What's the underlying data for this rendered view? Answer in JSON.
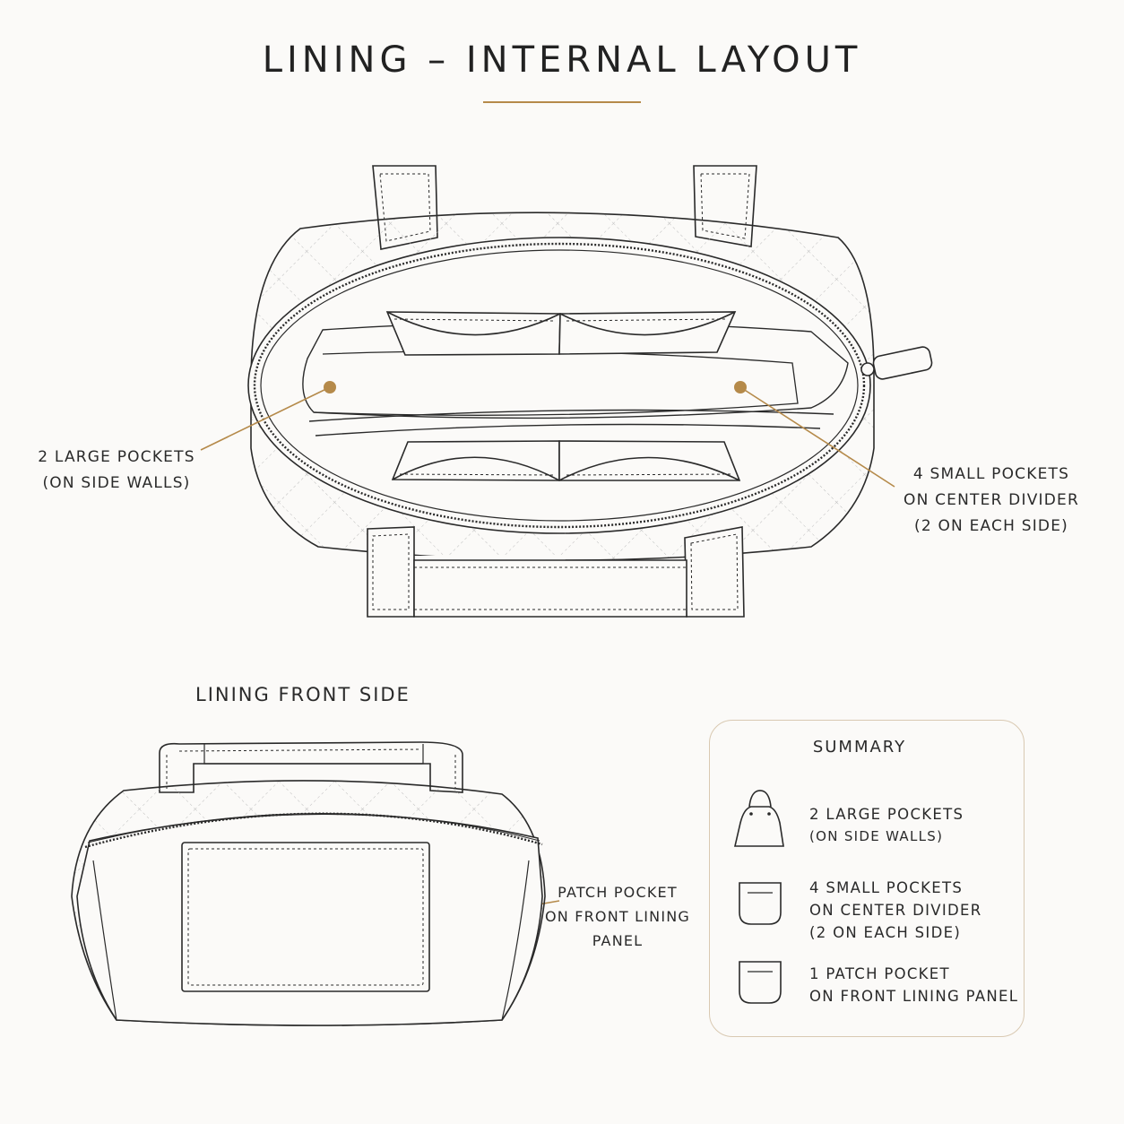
{
  "title": "LINING – INTERNAL LAYOUT",
  "callouts": {
    "large_pockets": {
      "line1": "2 LARGE POCKETS",
      "line2": "(ON SIDE WALLS)"
    },
    "small_pockets": {
      "line1": "4 SMALL POCKETS",
      "line2": "ON CENTER DIVIDER",
      "line3": "(2 ON EACH SIDE)"
    },
    "patch_pocket": {
      "line1": "PATCH POCKET",
      "line2": "ON FRONT LINING",
      "line3": "PANEL"
    }
  },
  "front_view": {
    "title": "LINING FRONT SIDE"
  },
  "summary": {
    "title": "SUMMARY",
    "items": [
      {
        "icon": "handbag-icon",
        "line1": "2 LARGE POCKETS",
        "line2": "(ON SIDE WALLS)"
      },
      {
        "icon": "pocket-icon",
        "line1": "4 SMALL POCKETS",
        "line2": "ON CENTER DIVIDER",
        "line3": "(2 ON EACH SIDE)"
      },
      {
        "icon": "pocket-icon",
        "line1": "1 PATCH POCKET",
        "line2": "ON FRONT LINING PANEL"
      }
    ]
  },
  "colors": {
    "accent": "#b58a4a",
    "line": "#2a2a2a",
    "box_border": "#d9c9b2",
    "background": "#fbfaf8"
  }
}
